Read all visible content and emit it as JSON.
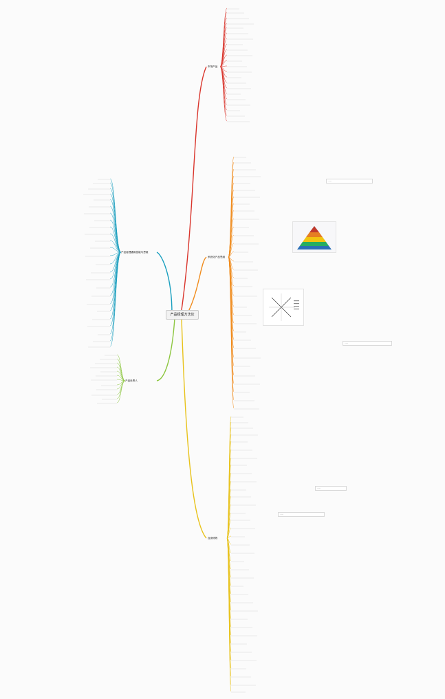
{
  "root": {
    "label": "产品经理方法论"
  },
  "branches": {
    "b1": "市场产品",
    "b2": "系统化产品思维",
    "b3": "产品经理通用技能与思维",
    "b4": "自身修炼",
    "b5": "产品负责人"
  },
  "notes": {
    "n1": "……",
    "n2": "……",
    "n3": "……",
    "n4": "……"
  },
  "colors": {
    "red": "#d9342b",
    "orange": "#f08b1c",
    "yellow": "#e8c21a",
    "teal": "#1a9fbf",
    "green": "#8cc63f",
    "root_border": "#c9c9c9"
  }
}
